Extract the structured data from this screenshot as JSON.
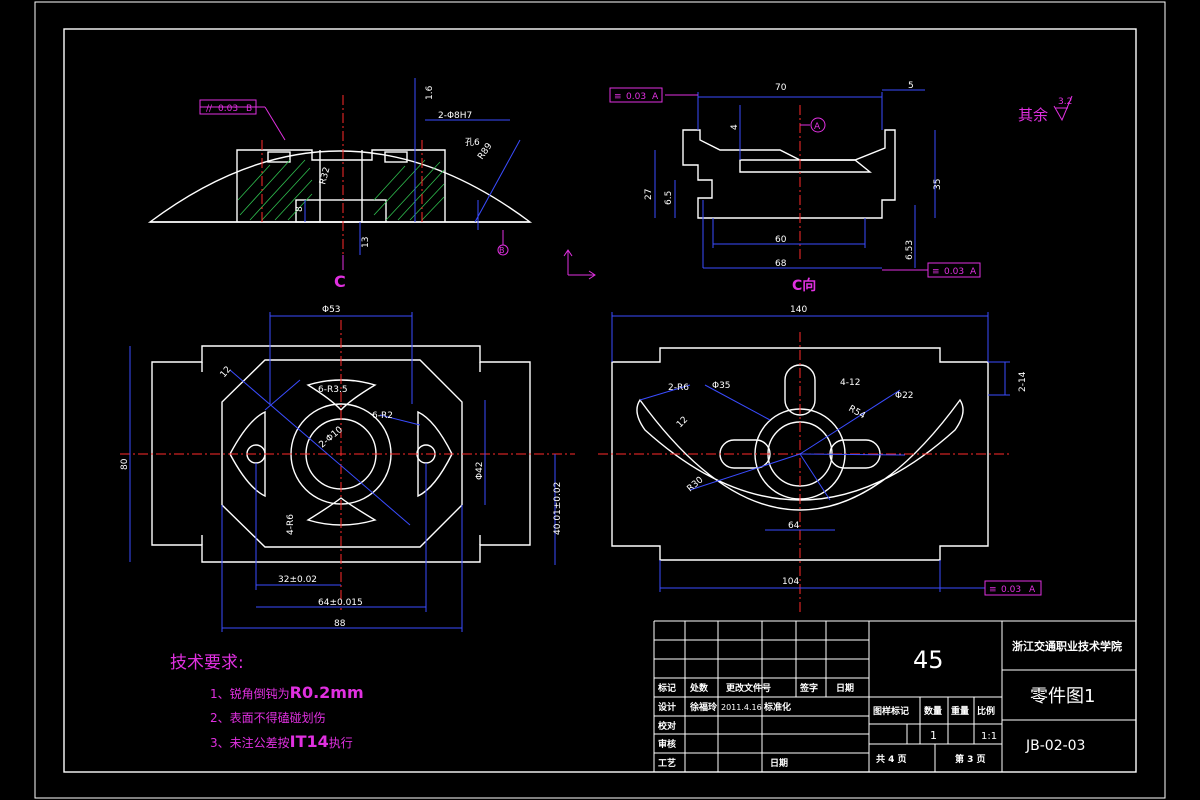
{
  "drawing": {
    "colors": {
      "background": "#000000",
      "outline": "#ffffff",
      "dimension": "#3a4cff",
      "center": "#ff2a2a",
      "annotation": "#e030e0",
      "hatch": "#2fbf4f"
    },
    "section_label_c": "C",
    "view_label_c": "C向",
    "datum_a": "A",
    "datum_b": "B",
    "roughness_note": "其余",
    "roughness_value": "3.2",
    "section_dims": {
      "parallel_frame": "0.03",
      "hole_callout": "2-Φ8H7",
      "chamfer": "孔6",
      "r_dim": "R89",
      "depth": "13",
      "small": "8",
      "angle": "R32",
      "roughness_a": "1.6"
    },
    "top_right_dims": {
      "symmetry_frame_1": "0.03",
      "width_70": "70",
      "width_5": "5",
      "h_4": "4",
      "h_27": "27",
      "h_35": "35",
      "h_65": "6.5",
      "w_60": "60",
      "w_68": "68",
      "h_653": "6.53",
      "symmetry_frame_2": "0.03"
    },
    "bottom_left_dims": {
      "phi53": "Φ53",
      "r_15": "12",
      "r_35": "6-R3.5",
      "r_82": "6-R2",
      "phi10": "2-Φ10",
      "r_6": "4-R6",
      "phi42": "Φ42",
      "h_80": "80",
      "h_40": "40.01±0.02",
      "w_32": "32±0.02",
      "w_64": "64±0.015",
      "w_88": "88"
    },
    "bottom_right_dims": {
      "w_140": "140",
      "r_6": "2-R6",
      "phi35": "Φ35",
      "w_4_12": "4-12",
      "phi22": "Φ22",
      "r_54": "R54",
      "r_12": "12",
      "r_30": "R30",
      "w_64": "64",
      "w_104": "104",
      "h_14": "2-14",
      "symmetry_frame_3": "0.03"
    }
  },
  "tech": {
    "title": "技术要求:",
    "items": [
      {
        "prefix": "1、锐角倒钝为",
        "emph": "R0.2mm",
        "suffix": ""
      },
      {
        "prefix": "2、表面不得磕碰划伤",
        "emph": "",
        "suffix": ""
      },
      {
        "prefix": "3、未注公差按",
        "emph": "IT14",
        "suffix": "执行"
      }
    ]
  },
  "title_block": {
    "material": "45",
    "school": "浙江交通职业技术学院",
    "part_name": "零件图1",
    "drawing_no": "JB-02-03",
    "row_mark": "标记",
    "row_count": "处数",
    "row_doc": "更改文件号",
    "row_sign": "签字",
    "row_date": "日期",
    "design_label": "设计",
    "designer": "徐福玲",
    "design_date": "2011.4.16",
    "standardize": "标准化",
    "check_label": "校对",
    "review_label": "审核",
    "process_label": "工艺",
    "date_label": "日期",
    "stage_label": "图样标记",
    "qty_label": "数量",
    "weight_label": "重量",
    "scale_label": "比例",
    "qty_value": "1",
    "scale_value": "1:1",
    "total_sheets": "共 4 页",
    "sheet_no": "第 3 页"
  }
}
